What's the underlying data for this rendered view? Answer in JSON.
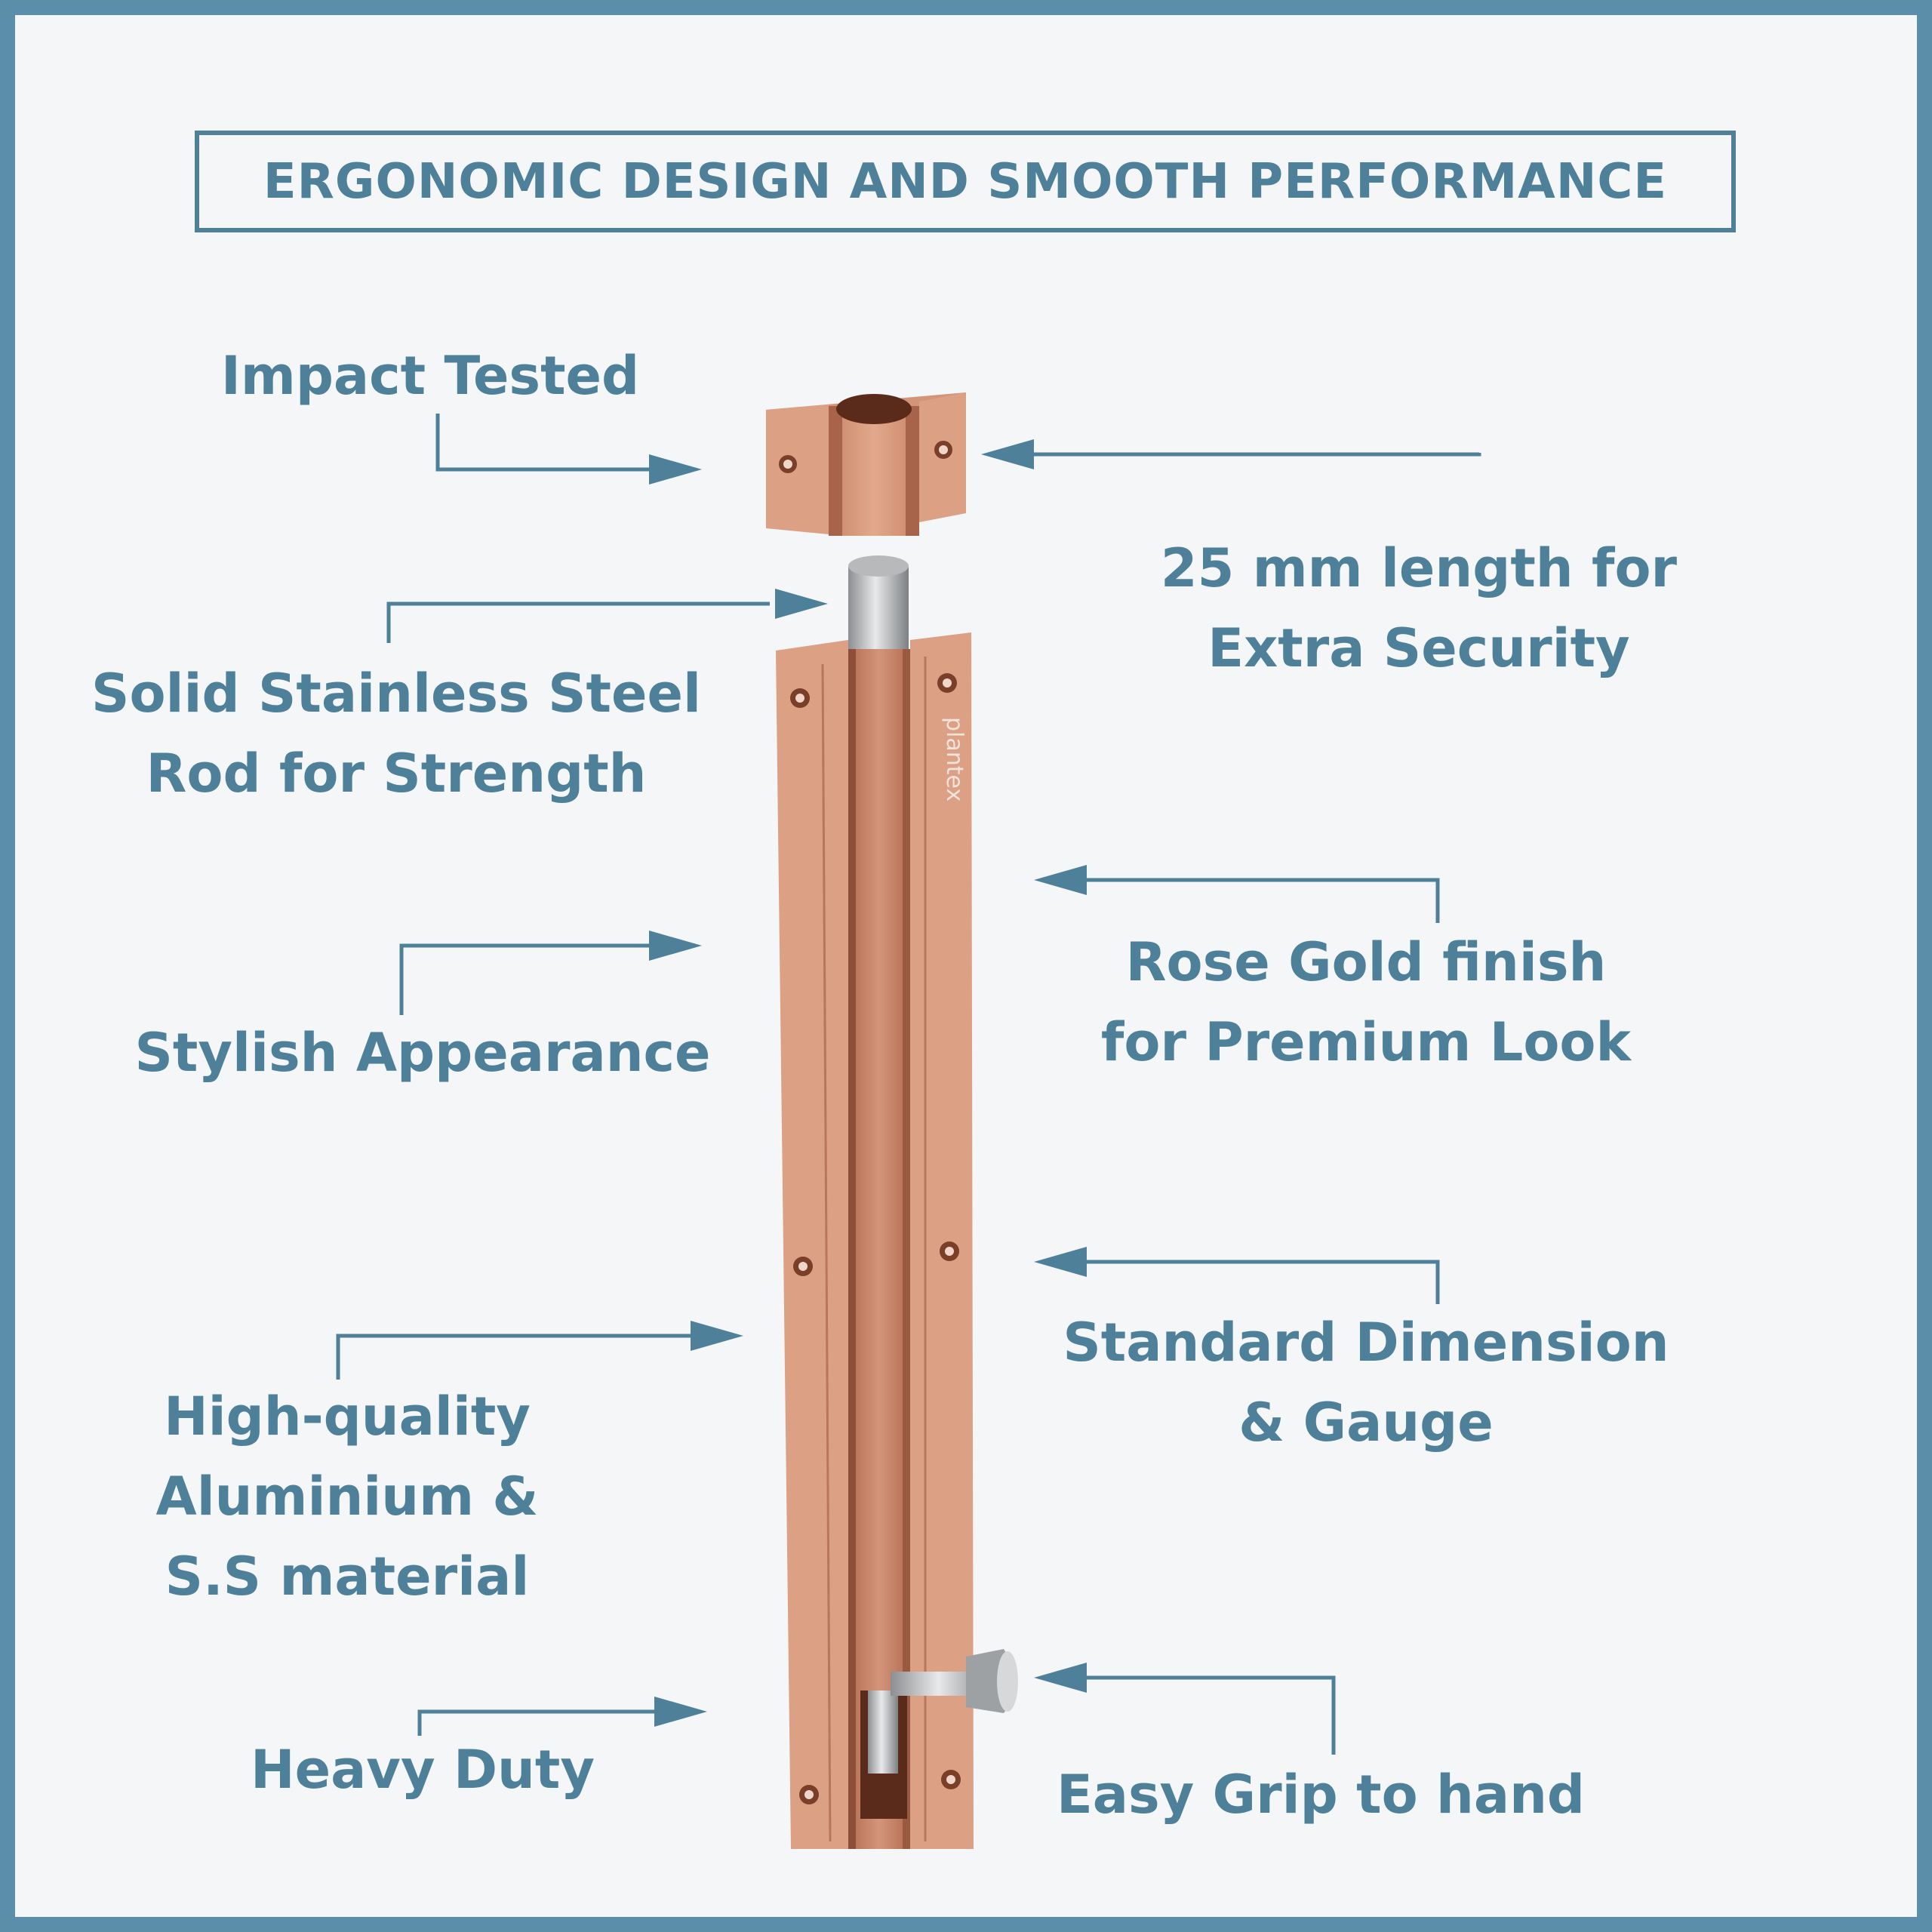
{
  "title": "ERGONOMIC DESIGN AND SMOOTH PERFORMANCE",
  "brand": "plantex",
  "colors": {
    "accent": "#4e8199",
    "frame": "#5b8ea8",
    "background": "#f4f6f7",
    "finish": "#d99a7e"
  },
  "features": {
    "impact": [
      "Impact Tested"
    ],
    "rod": [
      "Solid Stainless Steel",
      "Rod for Strength"
    ],
    "stylish": [
      "Stylish Appearance"
    ],
    "material": [
      "High-quality",
      "Aluminium &",
      "S.S material"
    ],
    "heavy": [
      "Heavy Duty"
    ],
    "length": [
      "25 mm length for",
      "Extra Security"
    ],
    "finish": [
      "Rose Gold finish",
      "for Premium Look"
    ],
    "gauge": [
      "Standard Dimension",
      "& Gauge"
    ],
    "grip": [
      "Easy Grip to hand"
    ]
  }
}
